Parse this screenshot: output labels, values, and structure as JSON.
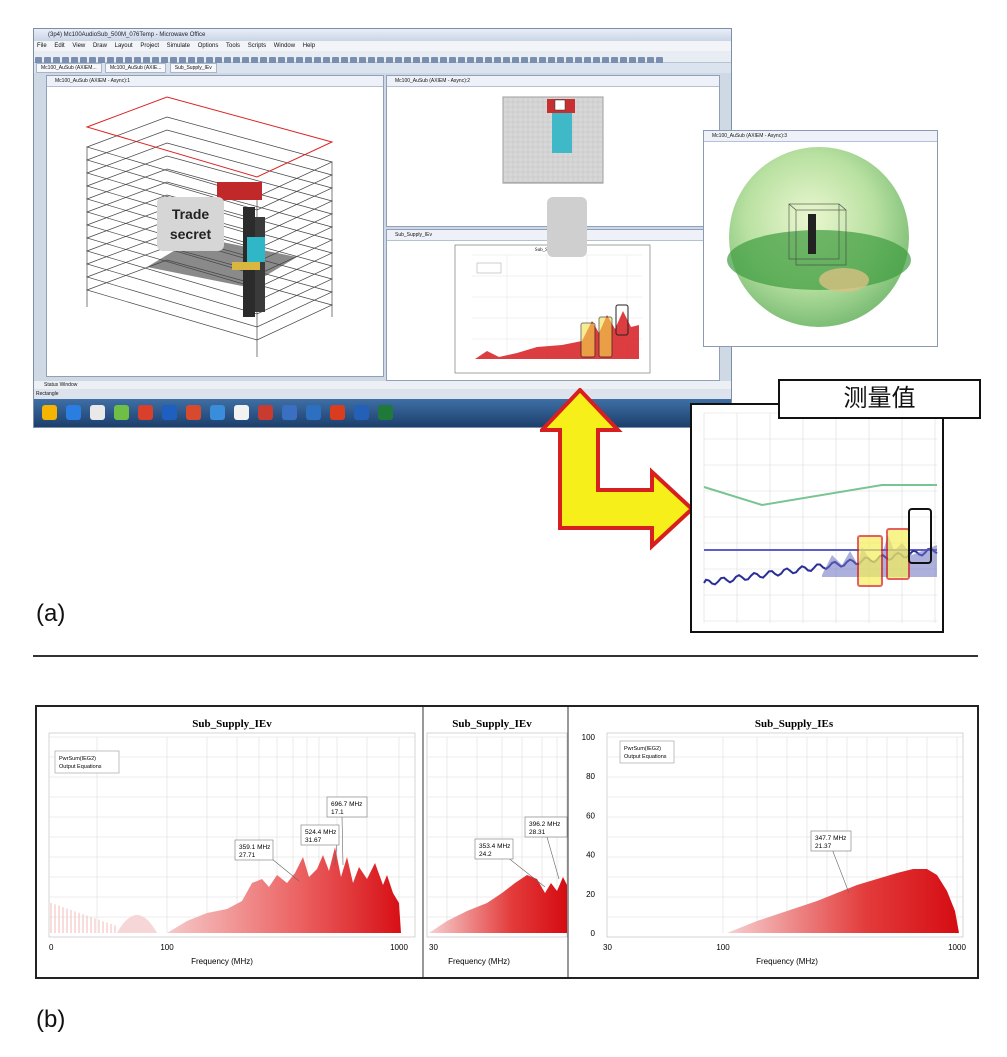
{
  "labels": {
    "a": "(a)",
    "b": "(b)",
    "trade_secret": "Trade secret",
    "measured": "测量值"
  },
  "window": {
    "title": "(3p4) Mc100AudioSub_500M_076Temp - Microwave Office",
    "menu": [
      "File",
      "Edit",
      "View",
      "Draw",
      "Layout",
      "Project",
      "Simulate",
      "Options",
      "Tools",
      "Scripts",
      "Window",
      "Help"
    ],
    "tabs": [
      "Mc100_AuSub (AXIEM...",
      "Mc100_AuSub (AXIE...",
      "Sub_Supply_IEv"
    ],
    "pane1_title": "Mc100_AuSub (AXIEM - Async):1",
    "pane2_title": "Mc100_AuSub (AXIEM - Async):2",
    "pane3_title": "Sub_Supply_IEv",
    "radiation_title": "Mc100_AuSub (AXIEM - Async):3",
    "status_window": "Status Window",
    "status_text": "Rectangle",
    "mini_chart_title": "Sub_Supply_IEv"
  },
  "colors": {
    "accent_red": "#e0201a",
    "arrow_yellow": "#f6ef1a",
    "limit_green": "#79c493",
    "measure_blue": "#2a2f96"
  },
  "bottom_charts": [
    {
      "title": "Sub_Supply_IEv",
      "legend": [
        "PwrSum(IEG2)",
        "Output Equations"
      ],
      "xlabel": "Frequency (MHz)",
      "xticks": [
        "0",
        "100",
        "1000"
      ],
      "markers": [
        {
          "lines": [
            "359.1 MHz",
            "27.71"
          ]
        },
        {
          "lines": [
            "524.4 MHz",
            "31.67"
          ]
        },
        {
          "lines": [
            "696.7 MHz",
            "17.1"
          ]
        }
      ]
    },
    {
      "title": "Sub_Supply_IEv",
      "xlabel": "Frequency (MHz)",
      "xticks": [
        "30"
      ],
      "markers": [
        {
          "lines": [
            "353.4 MHz",
            "24.2"
          ]
        },
        {
          "lines": [
            "396.2 MHz",
            "28.31"
          ]
        }
      ]
    },
    {
      "title": "Sub_Supply_IEs",
      "legend": [
        "PwrSum(IEG2)",
        "Output Equations"
      ],
      "xlabel": "Frequency (MHz)",
      "xticks": [
        "30",
        "100",
        "1000"
      ],
      "yticks": [
        "100",
        "80",
        "60",
        "40",
        "20",
        "0"
      ],
      "markers": [
        {
          "lines": [
            "347.7 MHz",
            "21.37"
          ]
        }
      ]
    }
  ]
}
